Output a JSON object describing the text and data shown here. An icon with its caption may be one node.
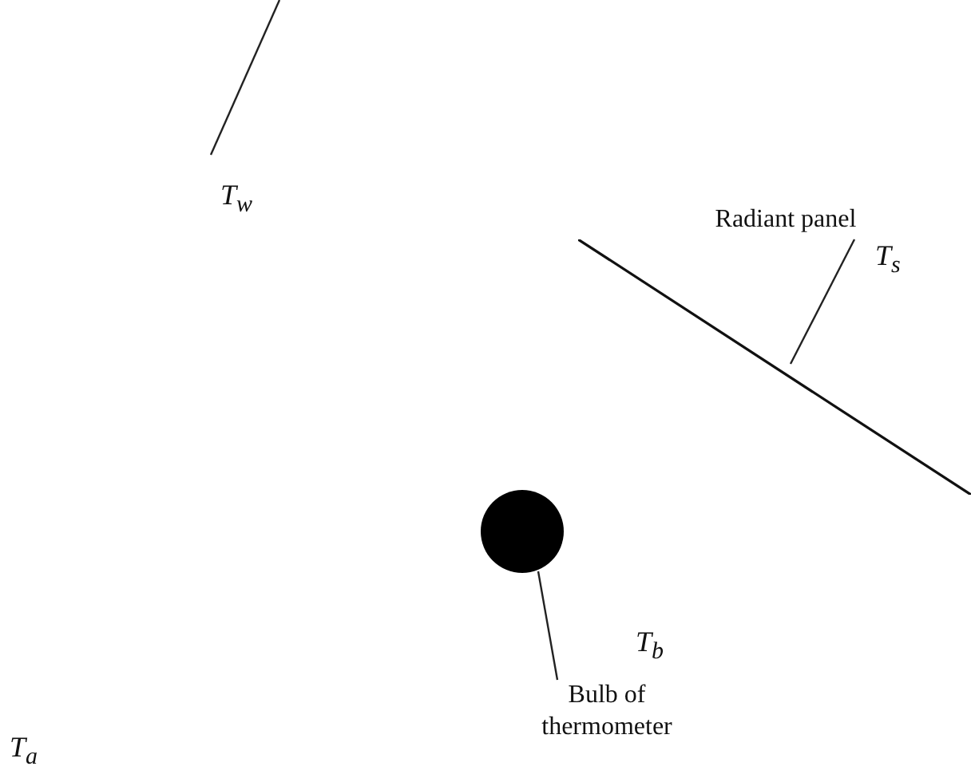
{
  "diagram": {
    "nodes": [
      {
        "text": [
          "Radiant panel"
        ]
      },
      {
        "text": [],
        "shape": "bar"
      },
      {
        "text": [
          "Bulb of thermometer"
        ]
      },
      {
        "text": [],
        "shape": "circle"
      }
    ],
    "edges": [
      {
        "from": 0,
        "to": 1,
        "arrow": "none"
      },
      {
        "from": 3,
        "to": 2,
        "arrow": "none"
      }
    ],
    "labels": [
      "T$_{w}$",
      "T$_{s}$",
      "T$_{b}$",
      "T$_{a}$"
    ]
  }
}
